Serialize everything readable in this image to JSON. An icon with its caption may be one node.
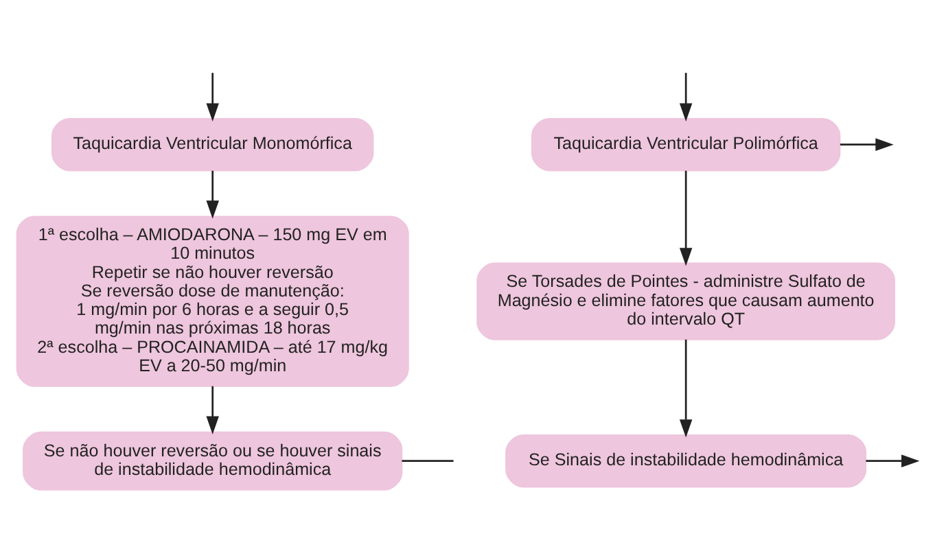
{
  "diagram": {
    "nodes": [
      {
        "text": [
          "Taquicardia Ventricular Monomórfica"
        ]
      },
      {
        "text": [
          "1ª escolha – AMIODARONA – 150 mg EV em 10 minutos",
          "Repetir se não houver reversão",
          "Se reversão dose de manutenção:",
          "1 mg/min por 6 horas e a seguir 0,5 mg/min nas próximas 18 horas",
          "2ª escolha – PROCAINAMIDA – até 17 mg/kg EV a 20-50 mg/min"
        ]
      },
      {
        "text": [
          "Se não houver reversão ou se houver sinais de instabilidade hemodinâmica"
        ]
      },
      {
        "text": [
          "Taquicardia Ventricular Polimórfica"
        ]
      },
      {
        "text": [
          "Se Torsades de Pointes - administre Sulfato de Magnésio e elimine fatores que causam aumento do intervalo QT"
        ]
      },
      {
        "text": [
          "Se Sinais de instabilidade hemodinâmica"
        ]
      }
    ],
    "edges": [
      {
        "from": null,
        "to": 0,
        "arrow": "to"
      },
      {
        "from": 0,
        "to": 1,
        "arrow": "to"
      },
      {
        "from": 1,
        "to": 2,
        "arrow": "to"
      },
      {
        "from": 3,
        "to": null,
        "arrow": "to"
      },
      {
        "from": null,
        "to": 3,
        "arrow": "to"
      },
      {
        "from": 3,
        "to": 4,
        "arrow": "to"
      },
      {
        "from": 4,
        "to": 5,
        "arrow": "to"
      },
      {
        "from": 5,
        "to": null,
        "arrow": "to"
      },
      {
        "from": 2,
        "to": null,
        "arrow": "none"
      }
    ]
  }
}
